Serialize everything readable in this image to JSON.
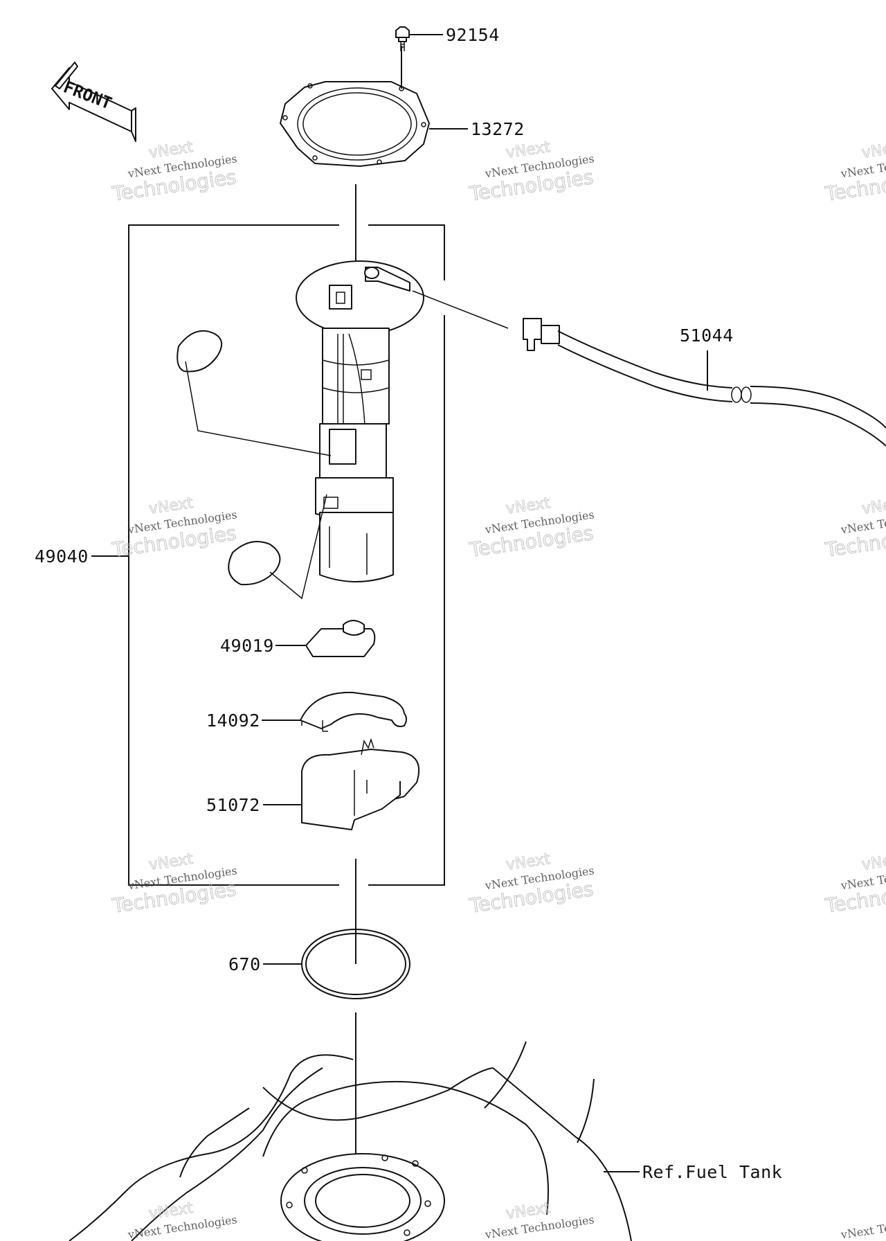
{
  "front_arrow": {
    "text": "FRONT"
  },
  "parts": [
    {
      "number": "92154"
    },
    {
      "number": "13272"
    },
    {
      "number": "51044"
    },
    {
      "number": "49040"
    },
    {
      "number": "49019"
    },
    {
      "number": "14092"
    },
    {
      "number": "51072"
    },
    {
      "number": "670"
    }
  ],
  "reference": {
    "text": "Ref.Fuel Tank"
  },
  "watermark": {
    "line1": "vNext Technologies",
    "line2": "Technologies",
    "line3": "vNext"
  }
}
